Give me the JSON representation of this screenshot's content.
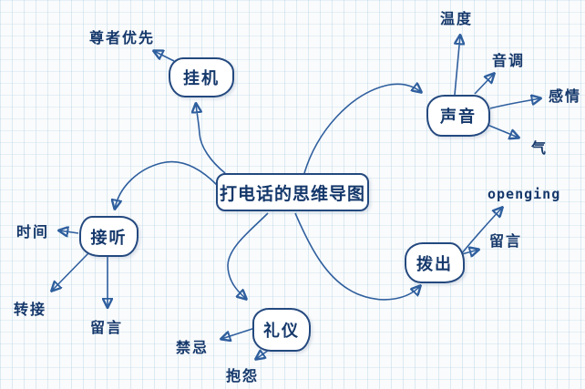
{
  "title": "打电话的思维导图",
  "colors": {
    "node_border": "#24497f",
    "text": "#15386b",
    "connector": "#2f5f9e",
    "grid": "#cfe2ee",
    "node_fill": "#ffffff"
  },
  "root": {
    "label": "打电话的思维导图"
  },
  "branches": [
    {
      "id": "hang-up",
      "label": "挂机",
      "children": [
        "尊者优先"
      ]
    },
    {
      "id": "voice",
      "label": "声音",
      "children": [
        "温度",
        "音调",
        "感情",
        "气"
      ]
    },
    {
      "id": "answer",
      "label": "接听",
      "children": [
        "时间",
        "转接",
        "留言"
      ]
    },
    {
      "id": "etiquette",
      "label": "礼仪",
      "children": [
        "禁忌",
        "抱怨"
      ]
    },
    {
      "id": "dial-out",
      "label": "拨出",
      "children": [
        "openging",
        "留言"
      ]
    }
  ]
}
